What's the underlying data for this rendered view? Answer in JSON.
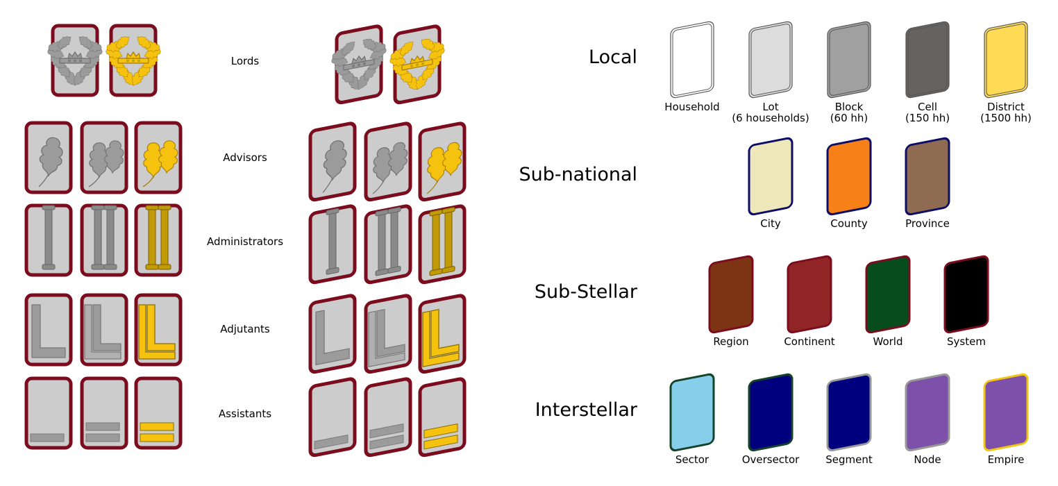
{
  "ranks": {
    "lords": "Lords",
    "advisors": "Advisors",
    "administrators": "Administrators",
    "adjutants": "Adjutants",
    "assistants": "Assistants"
  },
  "levels": [
    {
      "title": "Local",
      "items": [
        {
          "label": [
            "Household"
          ],
          "fill": "#ffffff",
          "border": "#555555",
          "double": true
        },
        {
          "label": [
            "Lot",
            "(6 households)"
          ],
          "fill": "#dcdcdc",
          "border": "#555555",
          "double": true
        },
        {
          "label": [
            "Block",
            "(60 hh)"
          ],
          "fill": "#a0a0a0",
          "border": "#555555",
          "double": true
        },
        {
          "label": [
            "Cell",
            "(150 hh)"
          ],
          "fill": "#666260",
          "border": "#555555",
          "double": true
        },
        {
          "label": [
            "District",
            "(1500 hh)"
          ],
          "fill": "#ffdb55",
          "border": "#555555",
          "double": true
        }
      ]
    },
    {
      "title": "Sub-national",
      "items": [
        {
          "label": [
            "City"
          ],
          "fill": "#ede7b9",
          "border": "#0d0d66"
        },
        {
          "label": [
            "County"
          ],
          "fill": "#f78019",
          "border": "#0d0d66"
        },
        {
          "label": [
            "Province"
          ],
          "fill": "#8f6b52",
          "border": "#0d0d66"
        }
      ]
    },
    {
      "title": "Sub-Stellar",
      "items": [
        {
          "label": [
            "Region"
          ],
          "fill": "#7c3415",
          "border": "#7a0c1e"
        },
        {
          "label": [
            "Continent"
          ],
          "fill": "#912525",
          "border": "#7a0c1e"
        },
        {
          "label": [
            "World"
          ],
          "fill": "#064c1c",
          "border": "#7a0c1e"
        },
        {
          "label": [
            "System"
          ],
          "fill": "#000000",
          "border": "#7a0c1e"
        }
      ]
    },
    {
      "title": "Interstellar",
      "items": [
        {
          "label": [
            "Sector"
          ],
          "fill": "#87ceea",
          "border": "#15432a"
        },
        {
          "label": [
            "Oversector"
          ],
          "fill": "#00007f",
          "border": "#15432a"
        },
        {
          "label": [
            "Segment"
          ],
          "fill": "#00007f",
          "border": "#999999"
        },
        {
          "label": [
            "Node"
          ],
          "fill": "#7d50aa",
          "border": "#999999"
        },
        {
          "label": [
            "Empire"
          ],
          "fill": "#7d50aa",
          "border": "#f2c50f"
        }
      ]
    }
  ],
  "colors": {
    "patch_border": "#7a0c1e",
    "patch_fill": "#cccccc",
    "silver": "#9b9b9b",
    "silver_edge": "#6e6e6e",
    "gold": "#f5c20f",
    "gold_edge": "#a57c00",
    "column_gold": "#c19a08",
    "column_gold_edge": "#7a5e00"
  }
}
